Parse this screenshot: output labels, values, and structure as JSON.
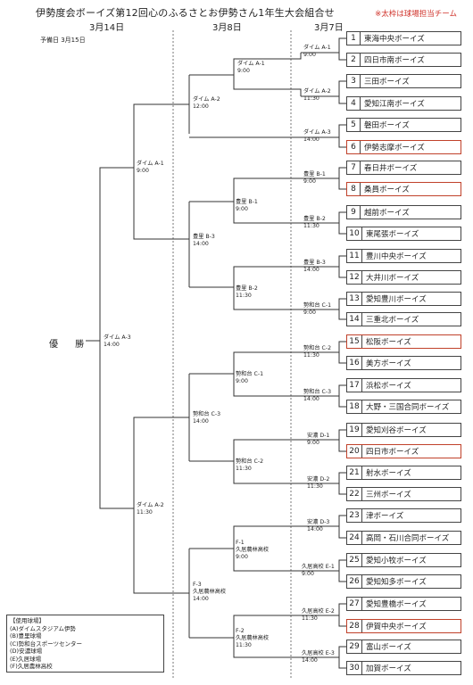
{
  "title": "伊勢度会ボーイズ第12回心のふるさとお伊勢さん1年生大会組合せ",
  "note": "※太枠は球場担当チーム",
  "dates": [
    "3月14日",
    "3月8日",
    "3月7日"
  ],
  "spare_day": "予備日 3月15日",
  "champion": "優 勝",
  "teams": [
    {
      "num": "1",
      "name": "東海中央ボーイズ",
      "highlight": false
    },
    {
      "num": "2",
      "name": "四日市南ボーイズ",
      "highlight": false
    },
    {
      "num": "3",
      "name": "三田ボーイズ",
      "highlight": false
    },
    {
      "num": "4",
      "name": "愛知江南ボーイズ",
      "highlight": false
    },
    {
      "num": "5",
      "name": "磐田ボーイズ",
      "highlight": false
    },
    {
      "num": "6",
      "name": "伊勢志摩ボーイズ",
      "highlight": true
    },
    {
      "num": "7",
      "name": "春日井ボーイズ",
      "highlight": false
    },
    {
      "num": "8",
      "name": "桑員ボーイズ",
      "highlight": true
    },
    {
      "num": "9",
      "name": "越前ボーイズ",
      "highlight": false
    },
    {
      "num": "10",
      "name": "東尾張ボーイズ",
      "highlight": false
    },
    {
      "num": "11",
      "name": "豊川中央ボーイズ",
      "highlight": false
    },
    {
      "num": "12",
      "name": "大井川ボーイズ",
      "highlight": false
    },
    {
      "num": "13",
      "name": "愛知豊川ボーイズ",
      "highlight": false
    },
    {
      "num": "14",
      "name": "三重北ボーイズ",
      "highlight": false
    },
    {
      "num": "15",
      "name": "松阪ボーイズ",
      "highlight": true
    },
    {
      "num": "16",
      "name": "美方ボーイズ",
      "highlight": false
    },
    {
      "num": "17",
      "name": "浜松ボーイズ",
      "highlight": false
    },
    {
      "num": "18",
      "name": "大野・三国合同ボーイズ",
      "highlight": false
    },
    {
      "num": "19",
      "name": "愛知刈谷ボーイズ",
      "highlight": false
    },
    {
      "num": "20",
      "name": "四日市ボーイズ",
      "highlight": true
    },
    {
      "num": "21",
      "name": "射水ボーイズ",
      "highlight": false
    },
    {
      "num": "22",
      "name": "三州ボーイズ",
      "highlight": false
    },
    {
      "num": "23",
      "name": "津ボーイズ",
      "highlight": false
    },
    {
      "num": "24",
      "name": "高岡・石川合同ボーイズ",
      "highlight": false
    },
    {
      "num": "25",
      "name": "愛知小牧ボーイズ",
      "highlight": false
    },
    {
      "num": "26",
      "name": "愛知知多ボーイズ",
      "highlight": false
    },
    {
      "num": "27",
      "name": "愛知豊橋ボーイズ",
      "highlight": false
    },
    {
      "num": "28",
      "name": "伊賀中央ボーイズ",
      "highlight": true
    },
    {
      "num": "29",
      "name": "富山ボーイズ",
      "highlight": false
    },
    {
      "num": "30",
      "name": "加賀ボーイズ",
      "highlight": false
    }
  ],
  "games": {
    "g_a1_r1": "ダイム A-1\n9:00",
    "g_a2_r1": "ダイム A-2\n11:30",
    "g_a3_r1": "ダイム A-3\n14:00",
    "g_b1_r1": "豊里 B-1\n9:00",
    "g_b2_r1": "豊里 B-2\n11:30",
    "g_b3_r1": "豊里 B-3\n14:00",
    "g_c1_r1": "勢和台 C-1\n9:00",
    "g_c2_r1": "勢和台 C-2\n11:30",
    "g_c3_r1": "勢和台 C-3\n14:00",
    "g_d1_r1": "安濃 D-1\n9:00",
    "g_d2_r1": "安濃 D-2\n11:30",
    "g_d3_r1": "安濃 D-3\n14:00",
    "g_e1_r1": "久居高校 E-1\n9:00",
    "g_e2_r1": "久居高校 E-2\n11:30",
    "g_e3_r1": "久居高校 E-3\n14:00",
    "g_a1_r2": "ダイム A-1\n9:00",
    "g_a2_r2": "ダイム A-2\n12:00",
    "g_b1_r2": "豊里 B-1\n9:00",
    "g_b3_r2": "豊里 B-3\n14:00",
    "g_b2_r2": "豊里 B-2\n11:30",
    "g_c1_r2": "勢和台 C-1\n9:00",
    "g_c3_r2": "勢和台 C-3\n14:00",
    "g_c2_r2": "勢和台 C-2\n11:30",
    "g_f1_r2": "F-1\n久居農林高校\n9:00",
    "g_f3_r2": "F-3\n久居農林高校\n14:00",
    "g_f2_r2": "F-2\n久居農林高校\n11:30",
    "g_a1_r3": "ダイム A-1\n9:00",
    "g_a3_r3": "ダイム A-3\n14:00",
    "g_a2_r3": "ダイム A-2\n11:30"
  },
  "venues": {
    "heading": "【使用球場】",
    "items": [
      "(A)ダイムスタジアム伊勢",
      "(B)豊里球場",
      "(C)勢和台スポーツセンター",
      "(D)安濃球場",
      "(E)久居球場",
      "(F)久居農林高校"
    ]
  }
}
